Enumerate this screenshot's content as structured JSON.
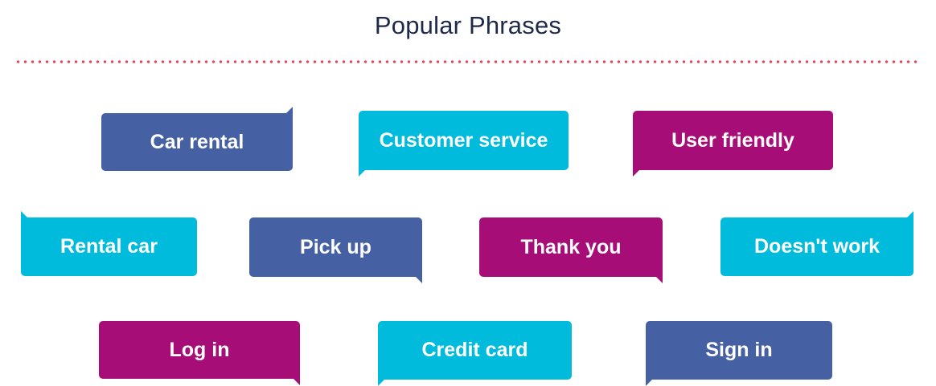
{
  "title": "Popular Phrases",
  "colors": {
    "blue": "#4660a4",
    "cyan": "#00bbdb",
    "magenta": "#a70d77",
    "divider": "#e04b5a",
    "title": "#1f2a4a"
  },
  "phrases": [
    {
      "text": "Car rental",
      "color": "blue"
    },
    {
      "text": "Customer service",
      "color": "cyan"
    },
    {
      "text": "User friendly",
      "color": "magenta"
    },
    {
      "text": "Rental car",
      "color": "cyan"
    },
    {
      "text": "Pick up",
      "color": "blue"
    },
    {
      "text": "Thank you",
      "color": "magenta"
    },
    {
      "text": "Doesn't work",
      "color": "cyan"
    },
    {
      "text": "Log in",
      "color": "magenta"
    },
    {
      "text": "Credit card",
      "color": "cyan"
    },
    {
      "text": "Sign in",
      "color": "blue"
    }
  ]
}
